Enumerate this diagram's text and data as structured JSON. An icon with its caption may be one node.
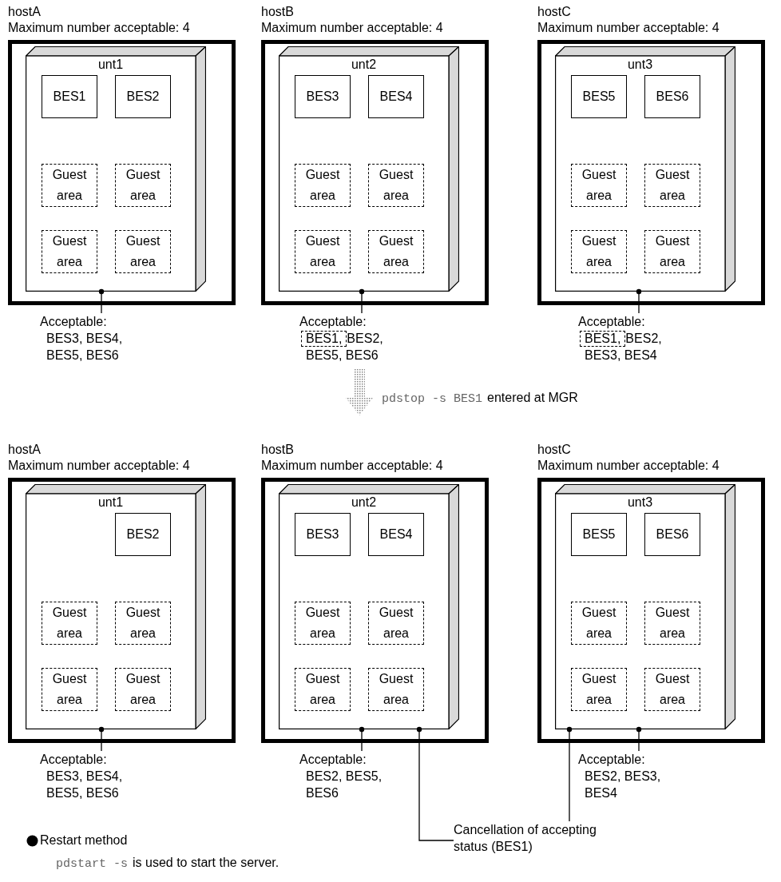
{
  "diagram": {
    "nodes": [
      {
        "text": [
          "hostA",
          "Maximum number acceptable: 4"
        ]
      },
      {
        "text": [
          "unt1"
        ],
        "in": 0
      },
      {
        "text": [
          "BES1"
        ],
        "in": 1
      },
      {
        "text": [
          "BES2"
        ],
        "in": 1
      },
      {
        "text": [
          "Guest area"
        ],
        "in": 1
      },
      {
        "text": [
          "Guest area"
        ],
        "in": 1
      },
      {
        "text": [
          "Guest area"
        ],
        "in": 1
      },
      {
        "text": [
          "Guest area"
        ],
        "in": 1
      },
      {
        "text": [
          "hostB",
          "Maximum number acceptable: 4"
        ]
      },
      {
        "text": [
          "unt2"
        ],
        "in": 8
      },
      {
        "text": [
          "BES3"
        ],
        "in": 9
      },
      {
        "text": [
          "BES4"
        ],
        "in": 9
      },
      {
        "text": [
          "Guest area"
        ],
        "in": 9
      },
      {
        "text": [
          "Guest area"
        ],
        "in": 9
      },
      {
        "text": [
          "Guest area"
        ],
        "in": 9
      },
      {
        "text": [
          "Guest area"
        ],
        "in": 9
      },
      {
        "text": [
          "hostC",
          "Maximum number acceptable: 4"
        ]
      },
      {
        "text": [
          "unt3"
        ],
        "in": 16
      },
      {
        "text": [
          "BES5"
        ],
        "in": 17
      },
      {
        "text": [
          "BES6"
        ],
        "in": 17
      },
      {
        "text": [
          "Guest area"
        ],
        "in": 17
      },
      {
        "text": [
          "Guest area"
        ],
        "in": 17
      },
      {
        "text": [
          "Guest area"
        ],
        "in": 17
      },
      {
        "text": [
          "Guest area"
        ],
        "in": 17
      },
      {
        "text": [
          "Acceptable: BES3, BES4, BES5, BES6"
        ]
      },
      {
        "text": [
          "Acceptable:",
          "BES2, BES5, BES6"
        ]
      },
      {
        "text": [
          "BES1,"
        ],
        "in": 25
      },
      {
        "text": [
          "Acceptable:",
          "BES2, BES3, BES4"
        ]
      },
      {
        "text": [
          "BES1,"
        ],
        "in": 27
      },
      {
        "text": [
          "hostA",
          "Maximum number acceptable: 4"
        ]
      },
      {
        "text": [
          "unt1"
        ],
        "in": 29
      },
      {
        "text": [
          "BES2"
        ],
        "in": 30
      },
      {
        "text": [
          "Guest area"
        ],
        "in": 30
      },
      {
        "text": [
          "Guest area"
        ],
        "in": 30
      },
      {
        "text": [
          "Guest area"
        ],
        "in": 30
      },
      {
        "text": [
          "Guest area"
        ],
        "in": 30
      },
      {
        "text": [
          "hostB",
          "Maximum number acceptable: 4"
        ]
      },
      {
        "text": [
          "unt2"
        ],
        "in": 36
      },
      {
        "text": [
          "BES3"
        ],
        "in": 37
      },
      {
        "text": [
          "BES4"
        ],
        "in": 37
      },
      {
        "text": [
          "Guest area"
        ],
        "in": 37
      },
      {
        "text": [
          "Guest area"
        ],
        "in": 37
      },
      {
        "text": [
          "Guest area"
        ],
        "in": 37
      },
      {
        "text": [
          "Guest area"
        ],
        "in": 37
      },
      {
        "text": [
          "hostC",
          "Maximum number acceptable: 4"
        ]
      },
      {
        "text": [
          "unt3"
        ],
        "in": 44
      },
      {
        "text": [
          "BES5"
        ],
        "in": 45
      },
      {
        "text": [
          "BES6"
        ],
        "in": 45
      },
      {
        "text": [
          "Guest area"
        ],
        "in": 45
      },
      {
        "text": [
          "Guest area"
        ],
        "in": 45
      },
      {
        "text": [
          "Guest area"
        ],
        "in": 45
      },
      {
        "text": [
          "Guest area"
        ],
        "in": 45
      },
      {
        "text": [
          "Acceptable: BES3, BES4, BES5, BES6"
        ]
      },
      {
        "text": [
          "Acceptable: BES2, BES5, BES6"
        ]
      },
      {
        "text": [
          "Acceptable: BES2, BES3, BES4"
        ]
      },
      {
        "text": [
          "Cancellation of accepting status (BES1)"
        ]
      }
    ],
    "edges": [
      {
        "from": 24,
        "to": 1,
        "arrow": "other"
      },
      {
        "from": 25,
        "to": 9,
        "arrow": "other"
      },
      {
        "from": 27,
        "to": 17,
        "arrow": "other"
      },
      {
        "from": 52,
        "to": 30,
        "arrow": "other"
      },
      {
        "from": 53,
        "to": 37,
        "arrow": "other"
      },
      {
        "from": 54,
        "to": 45,
        "arrow": "other"
      },
      {
        "from": 55,
        "to": 37,
        "arrow": "other"
      },
      {
        "from": 55,
        "to": 45,
        "arrow": "other"
      }
    ],
    "labels": [
      "pdstop -s BES1",
      "entered at MGR",
      "Restart method",
      "pdstart -s",
      "is used to start the server."
    ]
  }
}
